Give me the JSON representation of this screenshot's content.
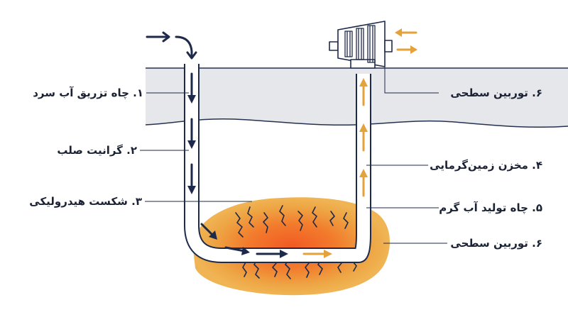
{
  "labels": {
    "l1": "۱. چاه تزریق آب سرد",
    "l2": "۲. گرانیت صلب",
    "l3": "۳. شکست هیدرولیکی",
    "r1": "۶. توربین سطحی",
    "r2": "۴. مخزن زمین‌گرمایی",
    "r3": "۵. چاه تولید آب گرم",
    "r4": "۶. توربین سطحی"
  },
  "colors": {
    "navy": "#1e2a4a",
    "ground_band": "#e6e7eb",
    "ground_line": "#253150",
    "reservoir_outer": "#e8a442",
    "reservoir_inner": "#f07a2a",
    "hot_arrow": "#e5a23b",
    "pipe_fill": "#ffffff"
  },
  "icons": {
    "turbine": "turbine-icon",
    "cold_arrow": "arrow-icon",
    "hot_arrow": "arrow-icon"
  }
}
